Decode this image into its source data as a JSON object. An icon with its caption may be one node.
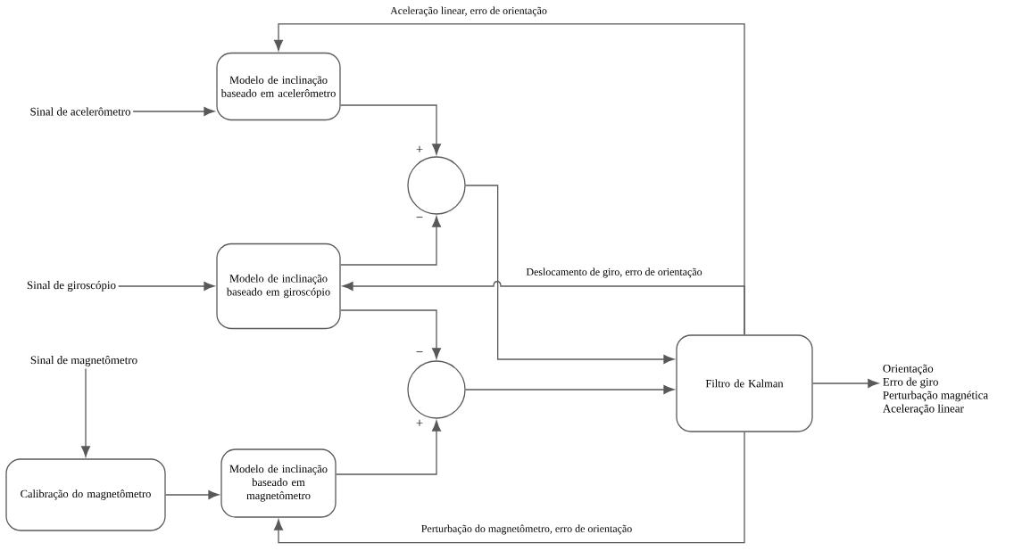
{
  "diagram": {
    "nodes": [
      {
        "text": [
          "Sinal de acelerômetro"
        ]
      },
      {
        "text": [
          "Modelo de inclinação baseado em acelerômetro"
        ]
      },
      {
        "text": [],
        "shape": "circle",
        "beside": [
          "+",
          "−"
        ]
      },
      {
        "text": [
          "Sinal de giroscópio"
        ]
      },
      {
        "text": [
          "Modelo de inclinação baseado em giroscópio"
        ]
      },
      {
        "text": [],
        "shape": "circle",
        "beside": [
          "−",
          "+"
        ]
      },
      {
        "text": [
          "Sinal de magnetômetro"
        ]
      },
      {
        "text": [
          "Calibração do magnetômetro"
        ]
      },
      {
        "text": [
          "Modelo de inclinação baseado em magnetômetro"
        ]
      },
      {
        "text": [
          "Filtro de Kalman"
        ]
      },
      {
        "text": [
          "Orientação",
          "Erro de giro",
          "Perturbação magnética",
          "Aceleração linear"
        ]
      }
    ],
    "edges": [
      {
        "from": 0,
        "to": 1,
        "arrow": "to"
      },
      {
        "from": 1,
        "to": 2,
        "arrow": "to"
      },
      {
        "from": 4,
        "to": 2,
        "arrow": "to"
      },
      {
        "from": 4,
        "to": 5,
        "arrow": "to"
      },
      {
        "from": 8,
        "to": 5,
        "arrow": "to"
      },
      {
        "from": 2,
        "to": 9,
        "arrow": "to"
      },
      {
        "from": 5,
        "to": 9,
        "arrow": "to"
      },
      {
        "from": 9,
        "to": 10,
        "arrow": "to"
      },
      {
        "from": 6,
        "to": 7,
        "arrow": "to"
      },
      {
        "from": 7,
        "to": 8,
        "arrow": "to"
      },
      {
        "from": 3,
        "to": 4,
        "arrow": "to"
      },
      {
        "from": 9,
        "to": 1,
        "arrow": "to",
        "label": "Aceleração linear, erro de orientação"
      },
      {
        "from": 9,
        "to": 4,
        "arrow": "to",
        "label": "Deslocamento de giro, erro de orientação"
      },
      {
        "from": 9,
        "to": 8,
        "arrow": "to",
        "label": "Perturbação do magnetômetro, erro de orientação"
      }
    ]
  }
}
